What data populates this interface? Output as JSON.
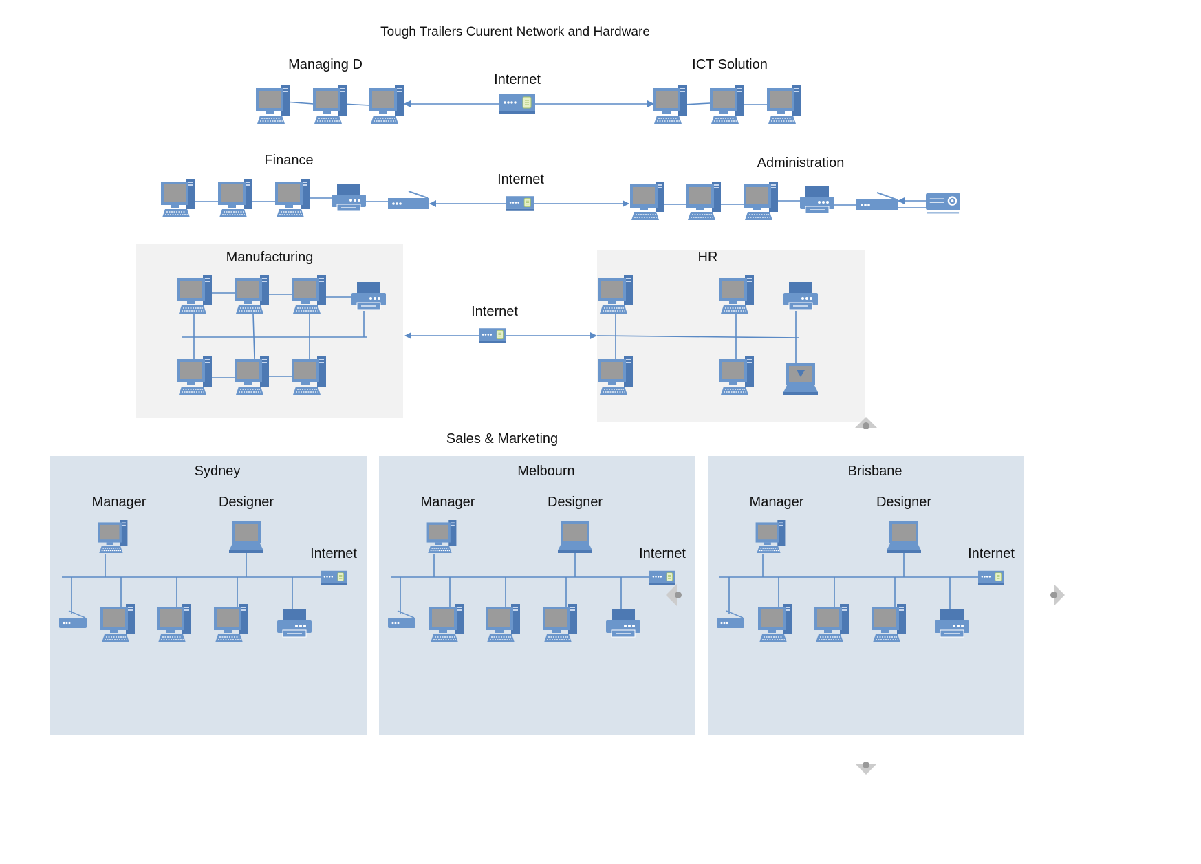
{
  "title": "Tough Trailers Cuurent Network and Hardware",
  "row1": {
    "left_label": "Managing D",
    "center_label": "Internet",
    "right_label": "ICT Solution"
  },
  "row2": {
    "left_label": "Finance",
    "center_label": "Internet",
    "right_label": "Administration"
  },
  "row3": {
    "left_label": "Manufacturing",
    "center_label": "Internet",
    "right_label": "HR"
  },
  "sales": {
    "title": "Sales & Marketing",
    "offices": [
      {
        "name": "Sydney",
        "manager": "Manager",
        "designer": "Designer",
        "internet": "Internet"
      },
      {
        "name": "Melbourn",
        "manager": "Manager",
        "designer": "Designer",
        "internet": "Internet"
      },
      {
        "name": "Brisbane",
        "manager": "Manager",
        "designer": "Designer",
        "internet": "Internet"
      }
    ]
  },
  "colors": {
    "icon_blue": "#6b96cb",
    "icon_dark": "#4d79b3",
    "screen_gray": "#9b9b9b",
    "link_blue": "#5b8ac5",
    "panel_gray": "#f2f2f2",
    "panel_blue": "#dae3ec"
  }
}
